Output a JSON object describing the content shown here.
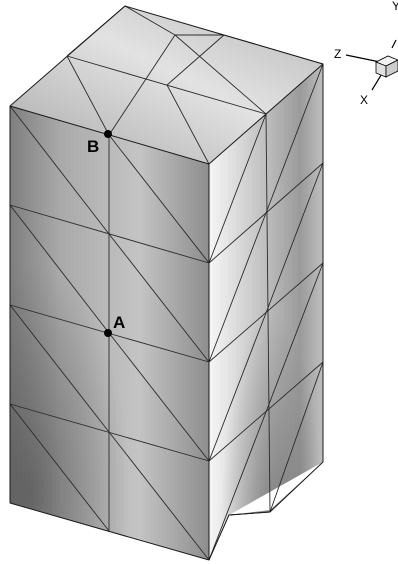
{
  "figure": {
    "points": [
      {
        "id": "point-b",
        "label": "B"
      },
      {
        "id": "point-a",
        "label": "A"
      }
    ],
    "axes_triad": {
      "labels": [
        "Z",
        "X",
        "Y"
      ]
    }
  },
  "colors": {
    "face_light": "#f4f4f4",
    "face_mid": "#bdbdbd",
    "face_dark": "#6a6a6a",
    "edge": "#1a1a1a",
    "background": "#ffffff"
  }
}
